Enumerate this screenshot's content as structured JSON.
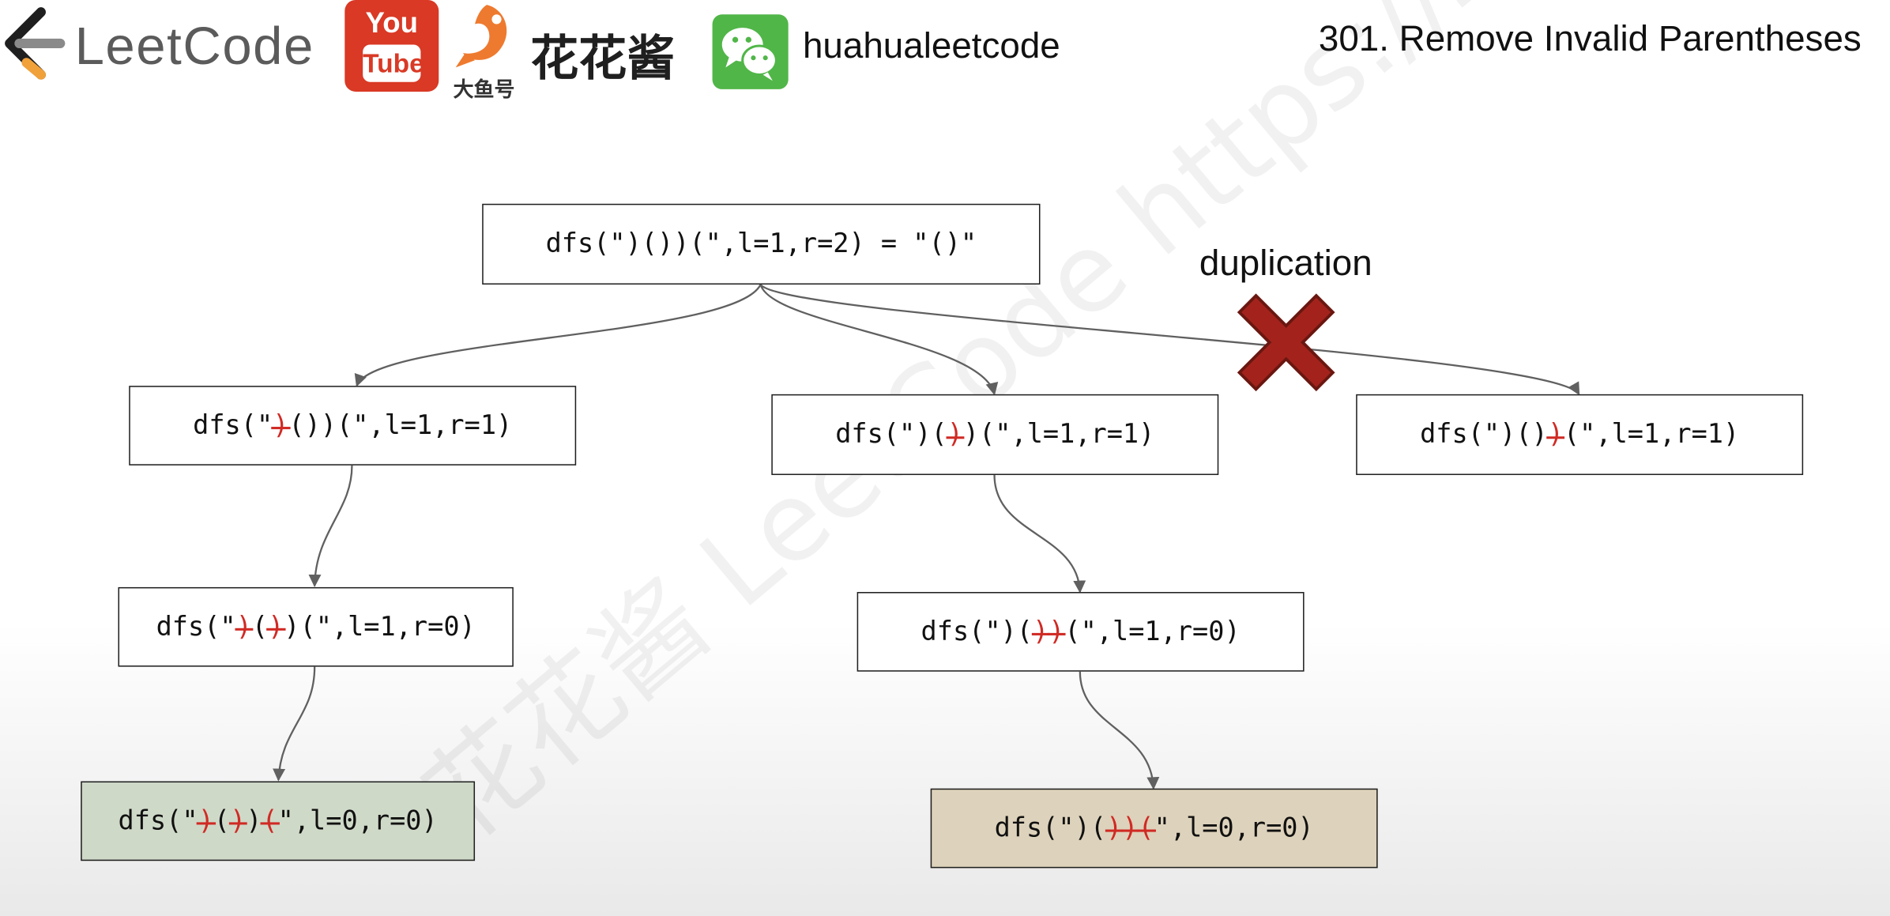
{
  "header": {
    "brand_word": "LeetCode",
    "youtube_top": "You",
    "youtube_bottom": "Tube",
    "douyu_sub": "大鱼号",
    "cn_name": "花花酱",
    "wechat_id": "huahualeetcode",
    "page_title": "301. Remove Invalid Parentheses"
  },
  "watermark": "花花酱 LeetCode  https://zxi.mytechroad.com/blog/",
  "duplication_label": "duplication",
  "colors": {
    "strike_red": "#d02a24",
    "cross_red": "#a3231c",
    "leaf_green": "#cfd9c8",
    "leaf_tan": "#ddd2bb",
    "edge_gray": "#606060",
    "youtube_red": "#d93925",
    "wechat_green": "#50b648",
    "leetcode_orange": "#f0a13a"
  },
  "nodes": {
    "root": [
      [
        "dfs(\")())(\",l=1,r=2) = \"()\"",
        false
      ]
    ],
    "a1": [
      [
        "dfs(\"",
        false
      ],
      [
        ")",
        true
      ],
      [
        "())(\",l=1,r=1)",
        false
      ]
    ],
    "b1": [
      [
        "dfs(\")(",
        false
      ],
      [
        ")",
        true
      ],
      [
        ")(\",l=1,r=1)",
        false
      ]
    ],
    "c1": [
      [
        "dfs(\")()",
        false
      ],
      [
        ")",
        true
      ],
      [
        "(\",l=1,r=1)",
        false
      ]
    ],
    "a2": [
      [
        "dfs(\"",
        false
      ],
      [
        ")",
        true
      ],
      [
        "(",
        false
      ],
      [
        ")",
        true
      ],
      [
        ")(\",l=1,r=0)",
        false
      ]
    ],
    "b2": [
      [
        "dfs(\")(",
        false
      ],
      [
        ")",
        true
      ],
      [
        ")",
        true
      ],
      [
        "(\",l=1,r=0)",
        false
      ]
    ],
    "a3": [
      [
        "dfs(\"",
        false
      ],
      [
        ")",
        true
      ],
      [
        "(",
        false
      ],
      [
        ")",
        true
      ],
      [
        ")",
        false
      ],
      [
        "(",
        true
      ],
      [
        "\",l=0,r=0)",
        false
      ]
    ],
    "b3": [
      [
        "dfs(\")(",
        false
      ],
      [
        ")",
        true
      ],
      [
        ")",
        true
      ],
      [
        "(",
        true
      ],
      [
        "\",l=0,r=0)",
        false
      ]
    ]
  }
}
